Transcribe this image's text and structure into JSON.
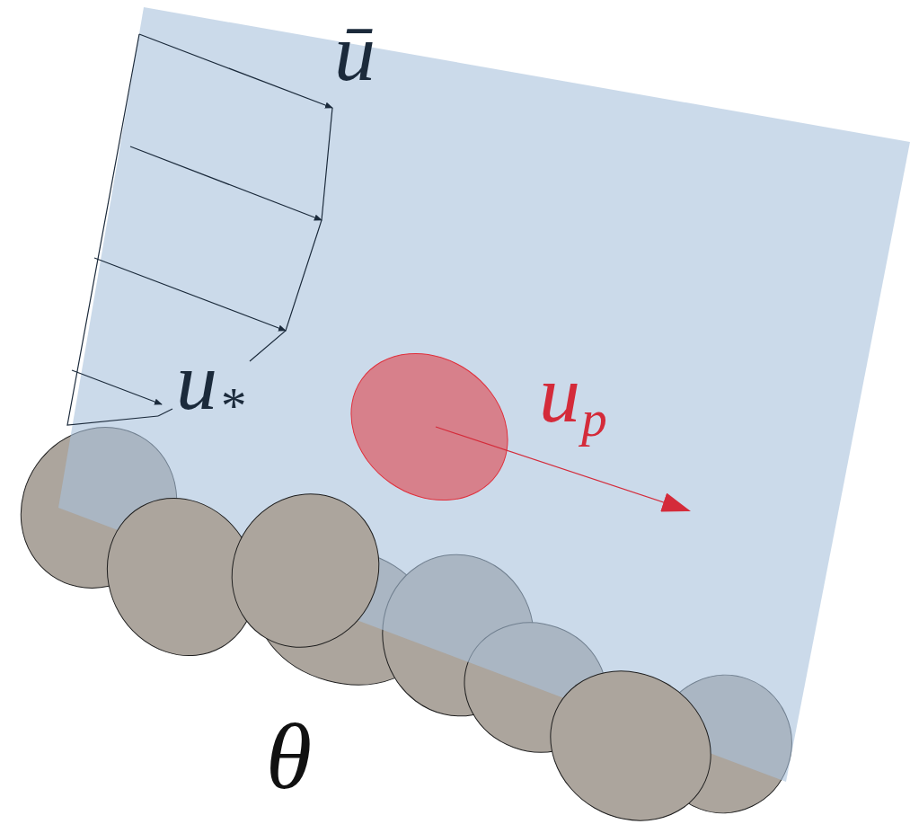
{
  "diagram": {
    "labels": [
      "ū",
      "u*",
      "up",
      "θ"
    ]
  }
}
